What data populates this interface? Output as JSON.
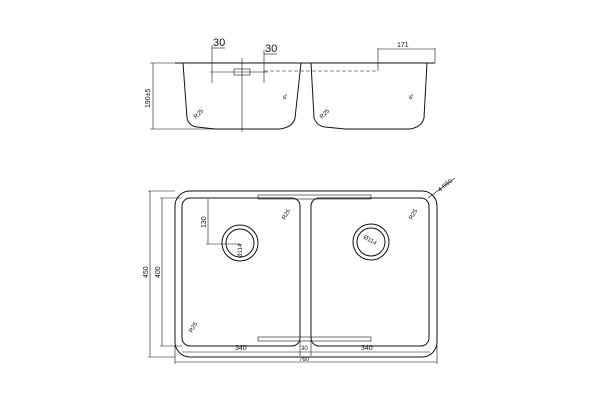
{
  "side_view": {
    "dim_overflow_left": "30",
    "dim_overflow_right": "30",
    "dim_offset": "171",
    "dim_depth": "190±5",
    "angle_left": "4°",
    "angle_right": "4°",
    "radius_left": "R25",
    "radius_right": "R25"
  },
  "plan_view": {
    "dim_outer_height": "450",
    "dim_inner_height": "400",
    "dim_drain_offset": "130",
    "drain_left": "Ø114",
    "drain_right": "Ø114",
    "radius_top_left_bowl": "R25",
    "radius_top_right_bowl": "R25",
    "radius_bottom_left": "R25",
    "outer_corner_radius": "4-R50",
    "dim_bowl_left": "340",
    "dim_divider": "30",
    "dim_bowl_right": "340",
    "dim_total_width": "760"
  }
}
